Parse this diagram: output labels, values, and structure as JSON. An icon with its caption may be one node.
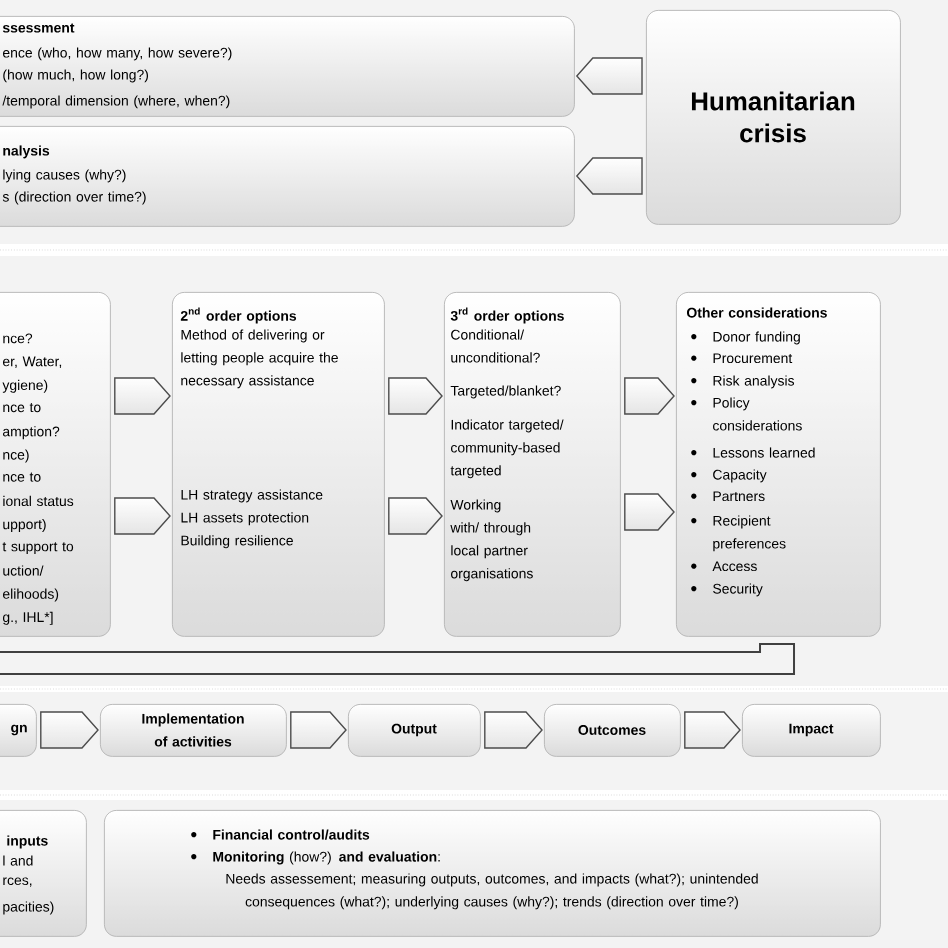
{
  "diagram": {
    "nodes": [
      {
        "text": [
          "ssessment",
          "ence (who, how many, how severe?)",
          "(how much, how long?)",
          "/temporal dimension (where, when?)"
        ]
      },
      {
        "text": [
          "nalysis",
          "lying causes (why?)",
          "s (direction over time?)"
        ]
      },
      {
        "text": [
          "Humanitarian crisis"
        ]
      },
      {
        "text": [
          "nce?",
          "er, Water,",
          "ygiene)",
          "nce to",
          "amption?",
          "nce)",
          "nce to",
          "ional status",
          "upport)",
          "t support to",
          "uction/",
          "elihoods)",
          "g., IHL*]"
        ]
      },
      {
        "text": [
          "\\text{2}^{\\text{nd}}\\text{ order options}",
          "Method of delivering or letting people acquire the necessary assistance",
          "LH strategy assistance LH assets protection Building resilience"
        ]
      },
      {
        "text": [
          "\\text{3}^{\\text{rd}}\\text{ order options}",
          "Conditional/ unconditional?",
          "Targeted/blanket?",
          "Indicator targeted/ community-based targeted",
          "Working with/ through local partner organisations"
        ]
      },
      {
        "text": [
          "Other considerations",
          "Donor funding",
          "Procurement",
          "Risk analysis",
          "Policy considerations",
          "Lessons learned",
          "Capacity",
          "Partners",
          "Recipient preferences",
          "Access",
          "Security"
        ]
      },
      {
        "text": [
          "gn"
        ]
      },
      {
        "text": [
          "Implementation of activities"
        ]
      },
      {
        "text": [
          "Output"
        ]
      },
      {
        "text": [
          "Outcomes"
        ]
      },
      {
        "text": [
          "Impact"
        ]
      },
      {
        "text": [
          "inputs",
          "l and",
          "rces,",
          "pacities)"
        ]
      },
      {
        "text": [
          "Financial control/audits",
          "**Monitoring** (how?) **and evaluation**:",
          "Needs assessement; measuring outputs, outcomes, and impacts (what?); unintended consequences (what?); underlying causes (why?); trends (direction over time?)"
        ]
      }
    ],
    "edges": [
      {
        "from": 2,
        "to": 0,
        "arrow": "to"
      },
      {
        "from": 2,
        "to": 1,
        "arrow": "to"
      },
      {
        "from": 3,
        "to": 4,
        "arrow": "to"
      },
      {
        "from": 3,
        "to": 4,
        "arrow": "to"
      },
      {
        "from": 4,
        "to": 5,
        "arrow": "to"
      },
      {
        "from": 4,
        "to": 5,
        "arrow": "to"
      },
      {
        "from": 5,
        "to": 6,
        "arrow": "to"
      },
      {
        "from": 5,
        "to": 6,
        "arrow": "to"
      },
      {
        "from": 7,
        "to": 8,
        "arrow": "to"
      },
      {
        "from": 8,
        "to": 9,
        "arrow": "to"
      },
      {
        "from": 9,
        "to": 10,
        "arrow": "to"
      },
      {
        "from": 10,
        "to": 11,
        "arrow": "to"
      }
    ]
  }
}
